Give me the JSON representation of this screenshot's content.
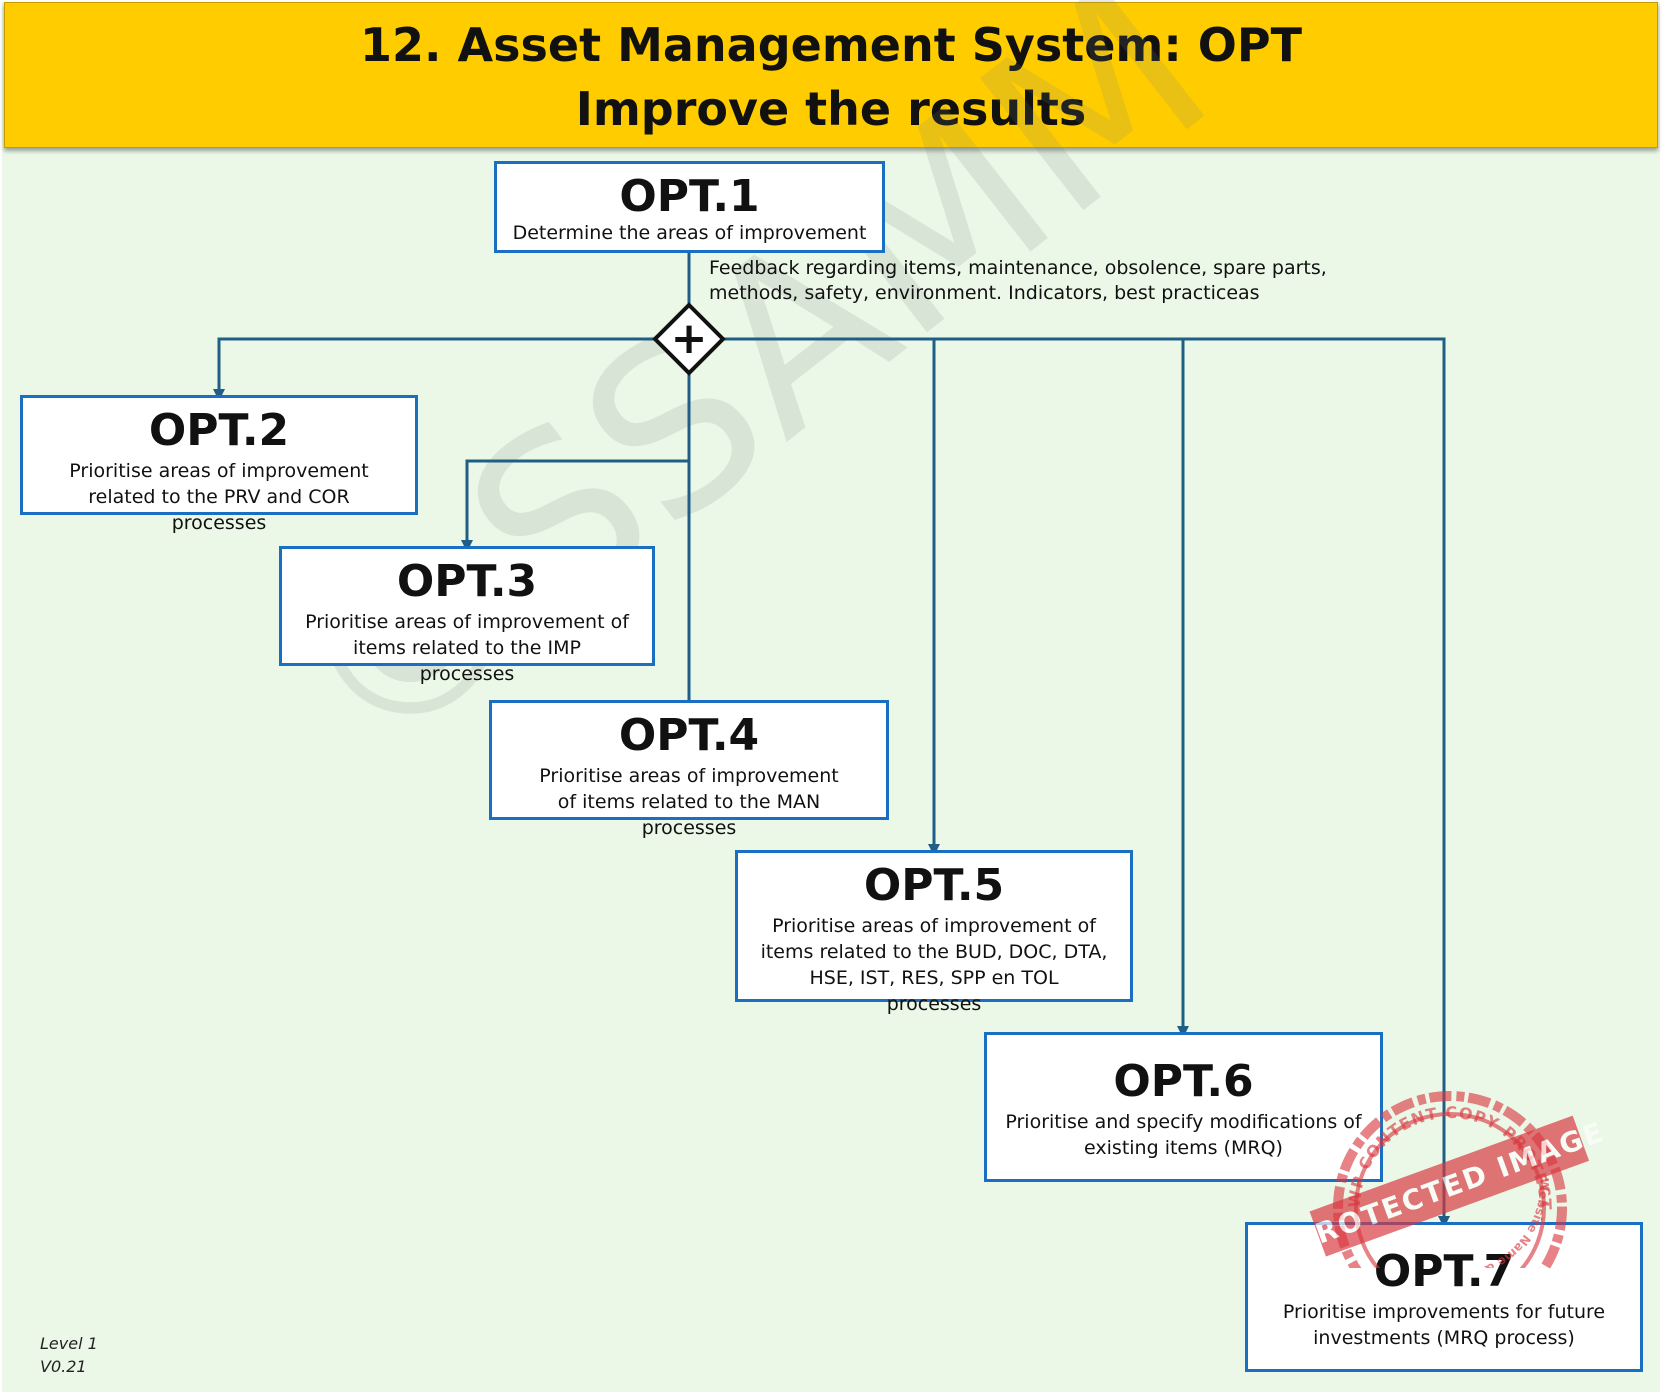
{
  "header": {
    "title_line1": "12. Asset Management System: OPT",
    "title_line2": "Improve the results"
  },
  "feedback_note": "Feedback regarding items, maintenance, obsolence, spare parts, methods, safety, environment. Indicators, best practiceas",
  "gateway_symbol": "+",
  "boxes": [
    {
      "code": "OPT.1",
      "description": "Determine the areas of improvement"
    },
    {
      "code": "OPT.2",
      "description": "Prioritise areas of improvement related to the PRV and COR processes"
    },
    {
      "code": "OPT.3",
      "description": "Prioritise areas of improvement of items related to the IMP processes"
    },
    {
      "code": "OPT.4",
      "description": "Prioritise areas of improvement of items related to the MAN processes"
    },
    {
      "code": "OPT.5",
      "description": "Prioritise areas of improvement of items related to the BUD, DOC, DTA, HSE, IST, RES, SPP en TOL processes"
    },
    {
      "code": "OPT.6",
      "description": "Prioritise and specify modifications of existing items (MRQ)"
    },
    {
      "code": "OPT.7",
      "description": "Prioritise improvements for future investments (MRQ process)"
    }
  ],
  "watermark_text": "©SSAMM",
  "stamp": {
    "outer_text": "WP CONTENT COPY PROTECTION PLUGIN",
    "center_text": "PROTECTED IMAGE",
    "bottom_text": "Website Name & URL Here"
  },
  "footer": {
    "level": "Level 1",
    "version": "V0.21"
  },
  "colors": {
    "header_bg": "#ffcc00",
    "canvas_bg": "#ebf7e7",
    "box_border": "#1b6fc2",
    "connector": "#1f5f86",
    "stamp_red": "#d9363e"
  }
}
